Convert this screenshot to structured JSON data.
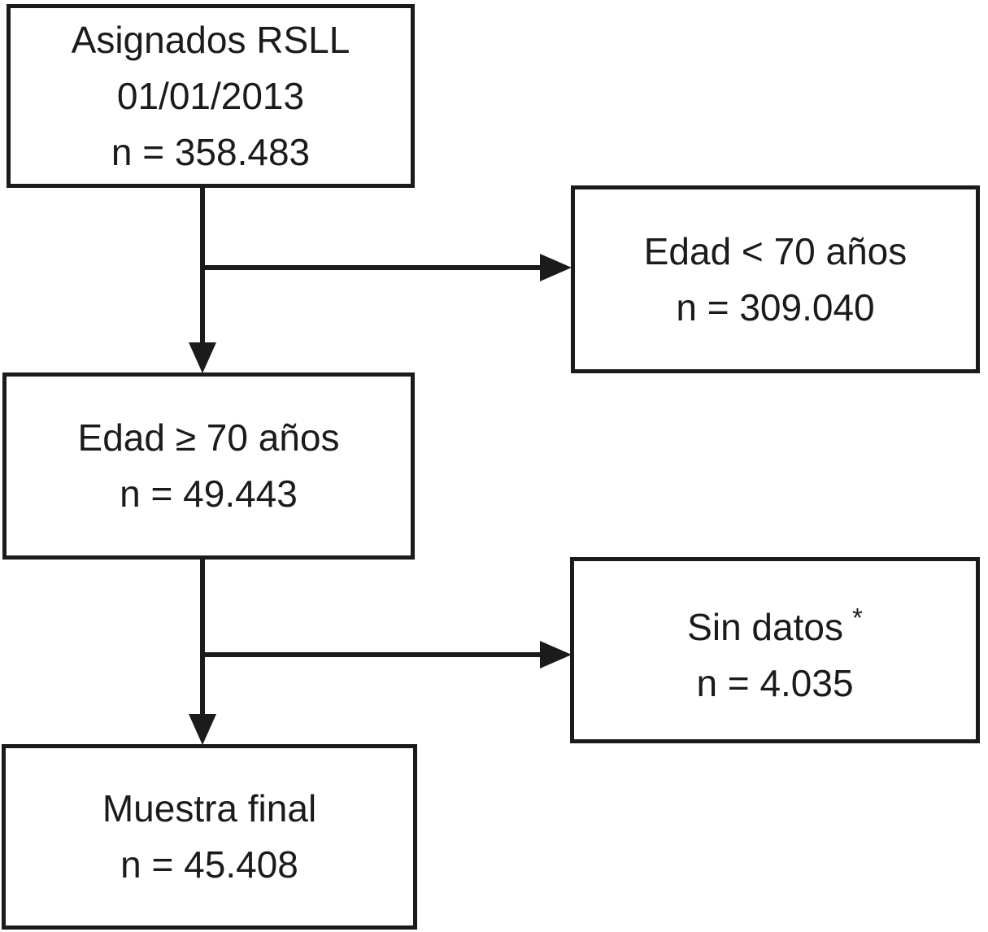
{
  "colors": {
    "line": "#1b1b1b",
    "text": "#1b1b1b",
    "background": "#ffffff"
  },
  "nodes": {
    "asignados": {
      "title": "Asignados RSLL",
      "date": "01/01/2013",
      "count": "n = 358.483"
    },
    "edad_lt70": {
      "title": "Edad < 70 años",
      "count": "n = 309.040"
    },
    "edad_ge70": {
      "title": "Edad ≥ 70 años",
      "count": "n = 49.443"
    },
    "sin_datos": {
      "title": "Sin datos",
      "superscript": "*",
      "count": "n = 4.035"
    },
    "muestra_final": {
      "title": "Muestra final",
      "count": "n = 45.408"
    }
  }
}
